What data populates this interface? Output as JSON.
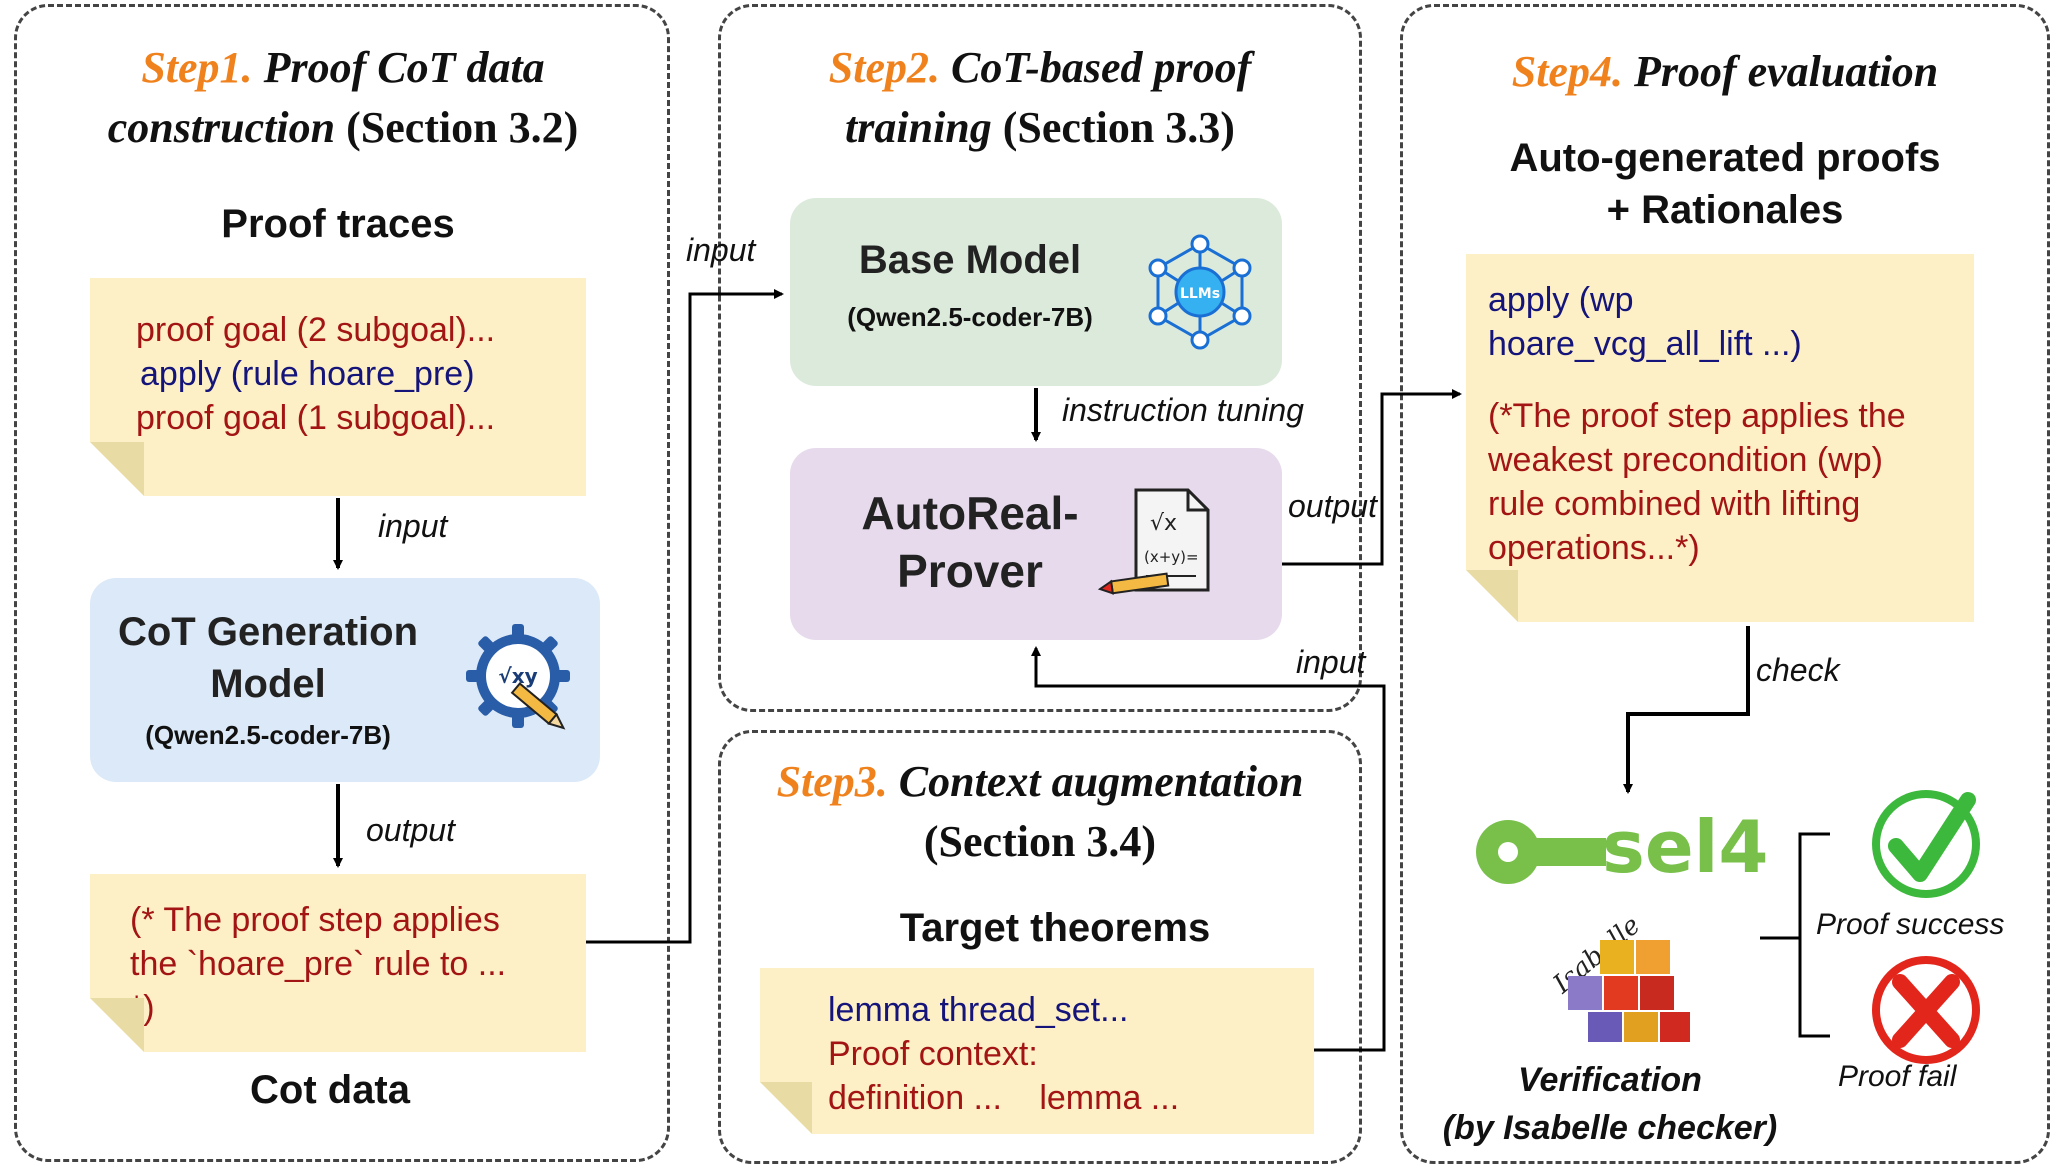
{
  "step1": {
    "step_label": "Step1.",
    "title_italic": "Proof CoT data construction",
    "title_section": "(Section 3.2)",
    "proof_traces_heading": "Proof traces",
    "trace_lines": [
      "proof goal (2 subgoal)...",
      "apply (rule hoare_pre)",
      "proof goal (1 subgoal)..."
    ],
    "arrow_input_label": "input",
    "cot_model": {
      "title_line1": "CoT Generation",
      "title_line2": "Model",
      "subtitle": "(Qwen2.5-coder-7B)",
      "icon": "math-gear-pencil-icon"
    },
    "arrow_output_label": "output",
    "cot_note_lines": [
      "(* The proof step applies",
      "the `hoare_pre` rule to ...",
      "*)"
    ],
    "cot_data_heading": "Cot data"
  },
  "step2": {
    "step_label": "Step2.",
    "title_italic_line1": "CoT-based proof",
    "title_italic_line2": "training",
    "title_section": "(Section 3.3)",
    "input_label": "input",
    "base_model": {
      "title": "Base Model",
      "subtitle": "(Qwen2.5-coder-7B)",
      "icon": "llm-network-icon",
      "icon_text": "LLMs"
    },
    "tuning_label": "instruction tuning",
    "prover": {
      "title_line1": "AutoReal-",
      "title_line2": "Prover",
      "icon": "math-document-icon"
    },
    "output_label": "output",
    "input2_label": "input"
  },
  "step3": {
    "step_label": "Step3.",
    "title_italic": "Context augmentation",
    "title_section": "(Section 3.4)",
    "target_heading": "Target theorems",
    "note_line1": "lemma thread_set...",
    "note_line2": "Proof context:",
    "note_line3_a": "definition ...",
    "note_line3_b": "lemma ..."
  },
  "step4": {
    "step_label": "Step4.",
    "title_italic": "Proof evaluation",
    "heading_line1": "Auto-generated proofs",
    "heading_line2": "+ Rationales",
    "note_code_lines": [
      "apply (wp",
      "hoare_vcg_all_lift ...)"
    ],
    "note_comment_lines": [
      "(*The proof step applies the",
      "weakest precondition (wp)",
      "rule combined with lifting",
      "operations...*)"
    ],
    "check_label": "check",
    "sel4_logo_text": "sel4",
    "isabelle_logo_text": "Isabelle",
    "success_label": "Proof success",
    "fail_label": "Proof fail",
    "verification_line1": "Verification",
    "verification_line2": "(by Isabelle checker)"
  },
  "colors": {
    "orange": "#f0821e",
    "note_bg": "#fdf0c6",
    "dark_red": "#a31515",
    "navy": "#14147a",
    "cot_box": "#dce9f8",
    "base_box": "#dceadc",
    "prover_box": "#e6daec",
    "green": "#78c04a",
    "red": "#e2261c"
  }
}
